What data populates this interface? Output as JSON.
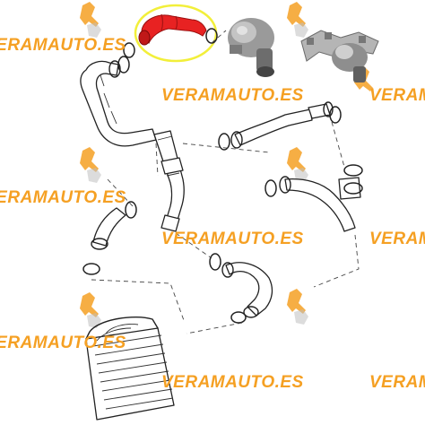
{
  "watermark": {
    "text_short": "VERAMAUTO.ES",
    "text_mid": "VERAMAUTO.ES",
    "text_right": "VERAMAUT",
    "color": "#f5a023"
  },
  "diagram": {
    "highlight_color": "#e82222",
    "highlight_ring_color": "#f2ef3a"
  }
}
